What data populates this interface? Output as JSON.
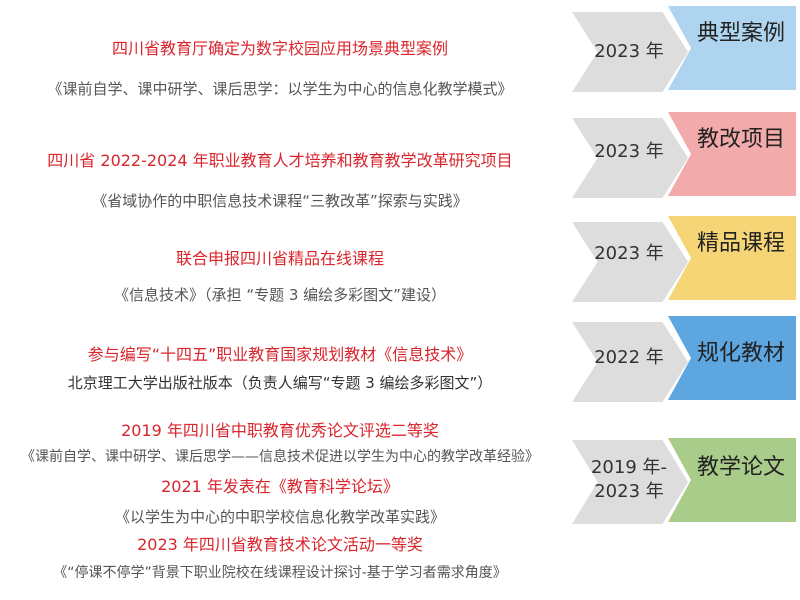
{
  "rows": [
    {
      "year": "2023 年",
      "category": "典型案例",
      "category_color": "#aed4ef",
      "lines": [
        {
          "style": "red",
          "text": "四川省教育厅确定为数字校园应用场景典型案例"
        },
        {
          "style": "gray",
          "text": "《课前自学、课中研学、课后思学：以学生为中心的信息化教学模式》"
        }
      ]
    },
    {
      "year": "2023 年",
      "category": "教改项目",
      "category_color": "#f3aaaa",
      "lines": [
        {
          "style": "red",
          "text": "四川省 2022-2024 年职业教育人才培养和教育教学改革研究项目"
        },
        {
          "style": "gray",
          "text": "《省域协作的中职信息技术课程“三教改革”探索与实践》"
        }
      ]
    },
    {
      "year": "2023 年",
      "category": "精品课程",
      "category_color": "#f6d576",
      "lines": [
        {
          "style": "red",
          "text": "联合申报四川省精品在线课程"
        },
        {
          "style": "gray",
          "text": "《信息技术》（承担 “专题 3 编绘多彩图文”建设）"
        }
      ]
    },
    {
      "year": "2022 年",
      "category": "规化教材",
      "category_color": "#5ea6df",
      "lines": [
        {
          "style": "red",
          "text": "参与编写“十四五”职业教育国家规划教材《信息技术》"
        },
        {
          "style": "gray",
          "text": "北京理工大学出版社版本（负责人编写“专题 3 编绘多彩图文”）"
        }
      ]
    },
    {
      "year": "2019 年-\n2023 年",
      "category": "教学论文",
      "category_color": "#a9cc8b",
      "lines": [
        {
          "style": "red",
          "text": "2019 年四川省中职教育优秀论文评选二等奖"
        },
        {
          "style": "gray",
          "text": "《课前自学、课中研学、课后思学——信息技术促进以学生为中心的教学改革经验》"
        },
        {
          "style": "red",
          "text": "2021 年发表在《教育科学论坛》"
        },
        {
          "style": "gray",
          "text": "《以学生为中心的中职学校信息化教学改革实践》"
        },
        {
          "style": "red",
          "text": "2023 年四川省教育技术论文活动一等奖"
        },
        {
          "style": "gray",
          "text": "《“停课不停学”背景下职业院校在线课程设计探讨-基于学习者需求角度》"
        }
      ]
    }
  ]
}
